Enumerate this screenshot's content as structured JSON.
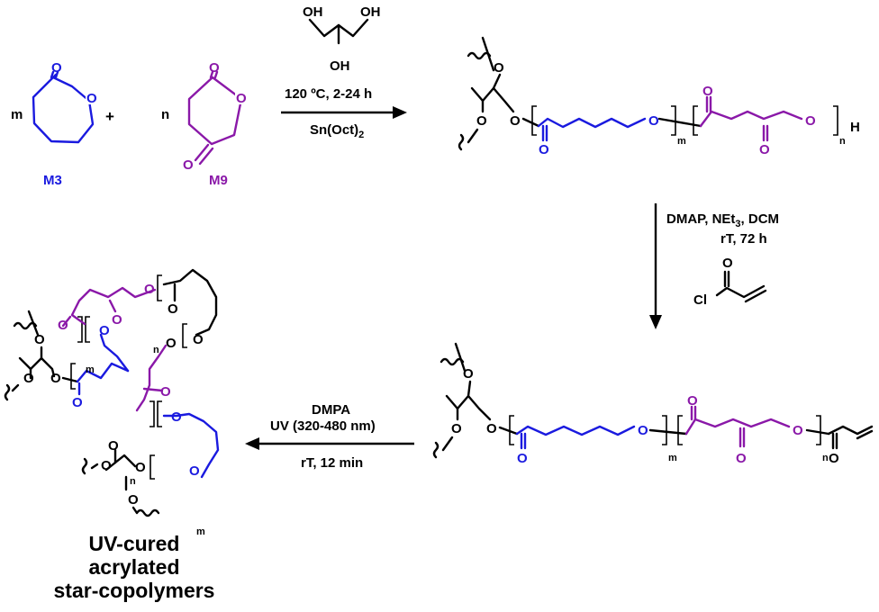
{
  "monomers": {
    "m3": {
      "coef": "m",
      "label": "M3",
      "atom": "O"
    },
    "plus": "+",
    "m9": {
      "coef": "n",
      "label": "M9",
      "atom": "O"
    }
  },
  "step1": {
    "glycerol_oh": "OH",
    "conditions": "120 ºC, 2-24 h",
    "catalyst": "Sn(Oct)",
    "catalyst_sub": "2"
  },
  "step2": {
    "line1_a": "DMAP, NEt",
    "line1_sub": "3",
    "line1_b": ", DCM",
    "line2": "rT, 72 h",
    "reagent_atom": "Cl",
    "reagent_o": "O"
  },
  "step3": {
    "line1": "DMPA",
    "line2": "UV (320-480 nm)",
    "line3": "rT, 12 min"
  },
  "structures": {
    "atom_o": "O",
    "atom_h": "H",
    "sub_m": "m",
    "sub_n": "n"
  },
  "product_title": [
    "UV-cured",
    "acrylated",
    "star-copolymers"
  ],
  "colors": {
    "blue": "#1a1adf",
    "purple": "#8a18a8",
    "black": "#000000"
  }
}
